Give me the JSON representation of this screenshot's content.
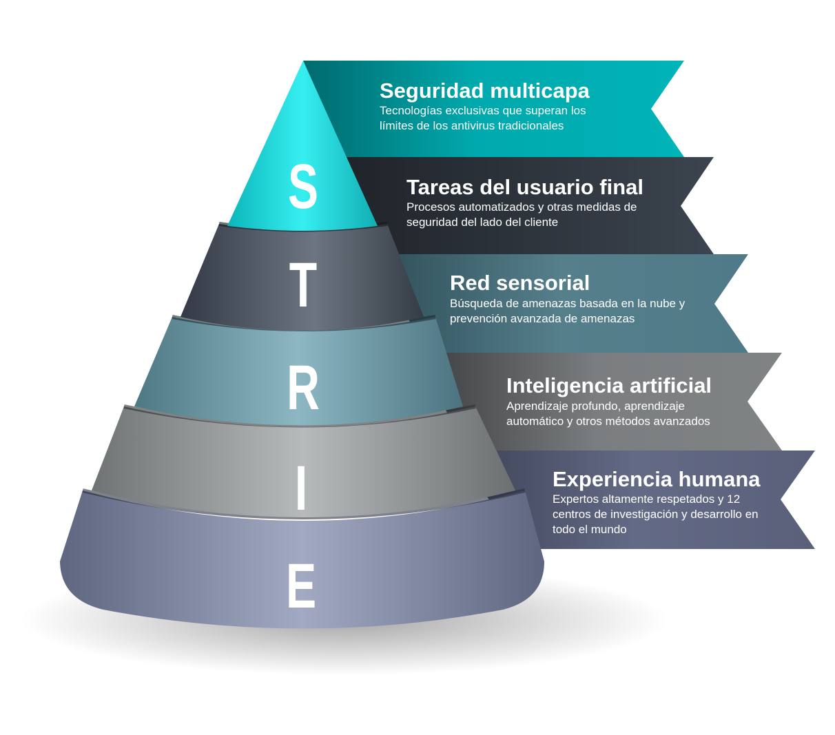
{
  "letters": [
    "S",
    "T",
    "R",
    "I",
    "E"
  ],
  "layers": [
    {
      "title": "Seguridad multicapa",
      "lines": [
        "Tecnologías exclusivas que superan los",
        "límites de los antivirus tradicionales"
      ],
      "color": "#00b2b6"
    },
    {
      "title": "Tareas del usuario final",
      "lines": [
        "Procesos automatizados y otras medidas de",
        "seguridad del lado del cliente"
      ],
      "color": "#333b45"
    },
    {
      "title": "Red sensorial",
      "lines": [
        "Búsqueda de amenazas basada en la nube y",
        "prevención avanzada de amenazas"
      ],
      "color": "#547f8b"
    },
    {
      "title": "Inteligencia artificial",
      "lines": [
        "Aprendizaje profundo, aprendizaje",
        "automático y otros métodos avanzados"
      ],
      "color": "#7c7f80"
    },
    {
      "title": "Experiencia humana",
      "lines": [
        "Expertos altamente respetados y 12",
        "centros de investigación y desarrollo en",
        "todo el mundo"
      ],
      "color": "#5f6680"
    }
  ]
}
